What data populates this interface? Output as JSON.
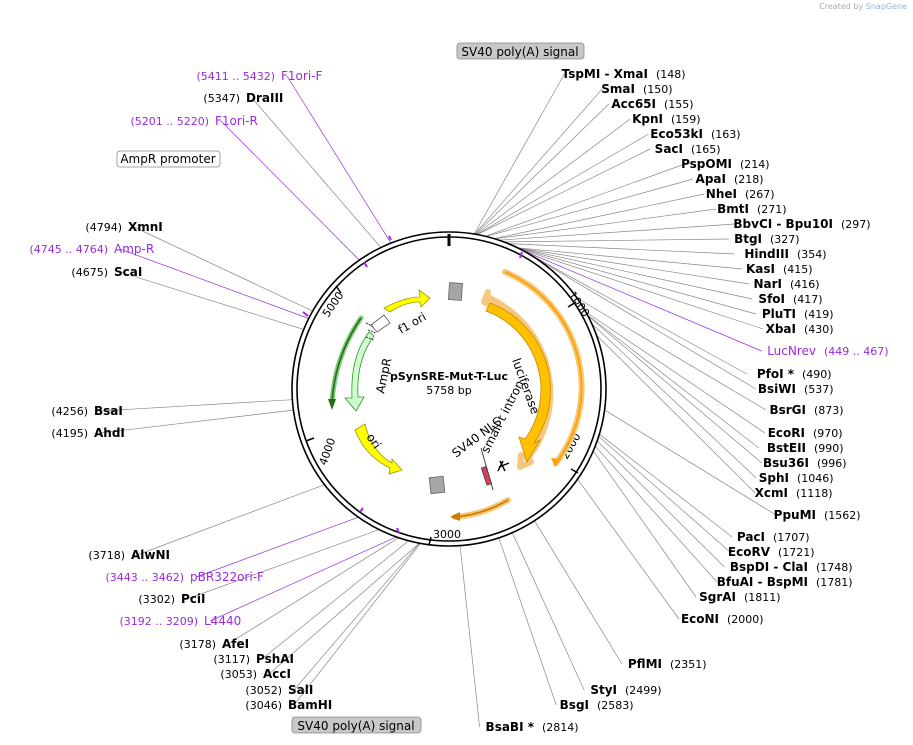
{
  "credit": {
    "created_by": "Created by",
    "brand": "SnapGene"
  },
  "plasmid": {
    "name": "pSynSRE-Mut-T-Luc",
    "size_label": "5758 bp",
    "length": 5758
  },
  "ruler": [
    {
      "label": "1000",
      "bp": 1000
    },
    {
      "label": "2000",
      "bp": 2000
    },
    {
      "label": "3000",
      "bp": 3000
    },
    {
      "label": "4000",
      "bp": 4000
    },
    {
      "label": "5000",
      "bp": 5000
    }
  ],
  "boxed_labels": [
    {
      "id": "sv40-polya-top",
      "text": "SV40 poly(A) signal",
      "style": "gray"
    },
    {
      "id": "ampr-promoter",
      "text": "AmpR promoter",
      "style": "white"
    },
    {
      "id": "sv40-polya-bottom",
      "text": "SV40 poly(A) signal",
      "style": "gray"
    }
  ],
  "features": [
    {
      "id": "luciferase",
      "label": "luciferase",
      "color": "#ffc000"
    },
    {
      "id": "small-t-intron",
      "label": "small t intron"
    },
    {
      "id": "sv40-nls",
      "label": "SV40 NLS"
    },
    {
      "id": "f1-ori",
      "label": "f1 ori",
      "color": "#ffff00"
    },
    {
      "id": "ampr",
      "label": "AmpR",
      "color": "#ccffcc"
    },
    {
      "id": "ori",
      "label": "ori",
      "color": "#ffff00"
    }
  ],
  "sites": [
    {
      "name": "TspMI",
      "name2": "XmaI",
      "pos": "(148)"
    },
    {
      "name": "SmaI",
      "pos": "(150)"
    },
    {
      "name": "Acc65I",
      "pos": "(155)"
    },
    {
      "name": "KpnI",
      "pos": "(159)"
    },
    {
      "name": "Eco53kI",
      "pos": "(163)"
    },
    {
      "name": "SacI",
      "pos": "(165)"
    },
    {
      "name": "PspOMI",
      "pos": "(214)"
    },
    {
      "name": "ApaI",
      "pos": "(218)"
    },
    {
      "name": "NheI",
      "pos": "(267)"
    },
    {
      "name": "BmtI",
      "pos": "(271)"
    },
    {
      "name": "BbvCI",
      "name2": "Bpu10I",
      "pos": "(297)"
    },
    {
      "name": "BtgI",
      "pos": "(327)"
    },
    {
      "name": "HindIII",
      "pos": "(354)"
    },
    {
      "name": "KasI",
      "pos": "(415)"
    },
    {
      "name": "NarI",
      "pos": "(416)"
    },
    {
      "name": "SfoI",
      "pos": "(417)"
    },
    {
      "name": "PluTI",
      "pos": "(419)"
    },
    {
      "name": "XbaI",
      "pos": "(430)"
    },
    {
      "name": "LucNrev",
      "pos": "(449 .. 467)",
      "primer": true
    },
    {
      "name": "PfoI *",
      "pos": "(490)"
    },
    {
      "name": "BsiWI",
      "pos": "(537)"
    },
    {
      "name": "BsrGI",
      "pos": "(873)"
    },
    {
      "name": "EcoRI",
      "pos": "(970)"
    },
    {
      "name": "BstEII",
      "pos": "(990)"
    },
    {
      "name": "Bsu36I",
      "pos": "(996)"
    },
    {
      "name": "SphI",
      "pos": "(1046)"
    },
    {
      "name": "XcmI",
      "pos": "(1118)"
    },
    {
      "name": "PpuMI",
      "pos": "(1562)"
    },
    {
      "name": "PacI",
      "pos": "(1707)"
    },
    {
      "name": "EcoRV",
      "pos": "(1721)"
    },
    {
      "name": "BspDI",
      "name2": "ClaI",
      "pos": "(1748)"
    },
    {
      "name": "BfuAI",
      "name2": "BspMI",
      "pos": "(1781)"
    },
    {
      "name": "SgrAI",
      "pos": "(1811)"
    },
    {
      "name": "EcoNI",
      "pos": "(2000)"
    },
    {
      "name": "PflMI",
      "pos": "(2351)"
    },
    {
      "name": "StyI",
      "pos": "(2499)"
    },
    {
      "name": "BsgI",
      "pos": "(2583)"
    },
    {
      "name": "BsaBI *",
      "pos": "(2814)"
    },
    {
      "name": "BamHI",
      "pos": "(3046)"
    },
    {
      "name": "SalI",
      "pos": "(3052)"
    },
    {
      "name": "AccI",
      "pos": "(3053)"
    },
    {
      "name": "PshAI",
      "pos": "(3117)"
    },
    {
      "name": "AfeI",
      "pos": "(3178)"
    },
    {
      "name": "L4440",
      "pos": "(3192 .. 3209)",
      "primer": true
    },
    {
      "name": "PciI",
      "pos": "(3302)"
    },
    {
      "name": "pBR322ori-F",
      "pos": "(3443 .. 3462)",
      "primer": true
    },
    {
      "name": "AlwNI",
      "pos": "(3718)"
    },
    {
      "name": "AhdI",
      "pos": "(4195)"
    },
    {
      "name": "BsaI",
      "pos": "(4256)"
    },
    {
      "name": "ScaI",
      "pos": "(4675)"
    },
    {
      "name": "Amp-R",
      "pos": "(4745 .. 4764)",
      "primer": true
    },
    {
      "name": "XmnI",
      "pos": "(4794)"
    },
    {
      "name": "F1ori-R",
      "pos": "(5201 .. 5220)",
      "primer": true
    },
    {
      "name": "DraIII",
      "pos": "(5347)"
    },
    {
      "name": "F1ori-F",
      "pos": "(5411 .. 5432)",
      "primer": true
    }
  ],
  "colors": {
    "primer": "#9a2ae0",
    "enzyme": "#000000",
    "leader": "#888888"
  }
}
